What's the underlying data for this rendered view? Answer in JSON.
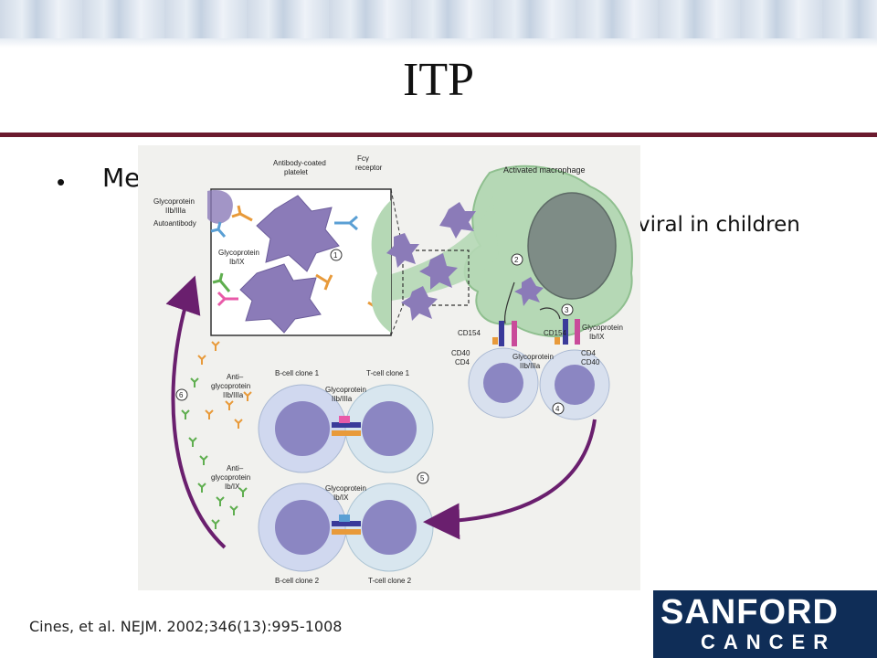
{
  "slide": {
    "title": "ITP",
    "bullet_symbol": "•",
    "bullet_text": "Me",
    "sub_text": "viral in children",
    "citation": "Cines, et al. NEJM. 2002;346(13):995-1008"
  },
  "figure": {
    "labels": {
      "antibody_coated_platelet_1": "Antibody-coated",
      "antibody_coated_platelet_2": "platelet",
      "fc_receptor_1": "Fcγ",
      "fc_receptor_2": "receptor",
      "activated_macrophage": "Activated macrophage",
      "gp_iib_iiia_1a": "Glycoprotein",
      "gp_iib_iiia_1b": "IIb/IIIa",
      "autoantibody": "Autoantibody",
      "gp_ib_ix_1a": "Glycoprotein",
      "gp_ib_ix_1b": "Ib/IX",
      "step1": "1",
      "step2": "2",
      "step3": "3",
      "step4": "4",
      "step5": "5",
      "step6": "6",
      "cd154_a": "CD154",
      "cd154_b": "CD154",
      "gp_ib_ix_2a": "Glycoprotein",
      "gp_ib_ix_2b": "Ib/IX",
      "cd40_a": "CD40",
      "cd4_a": "CD4",
      "gp_iib_iiia_2a": "Glycoprotein",
      "gp_iib_iiia_2b": "IIb/IIIa",
      "cd4_b": "CD4",
      "cd40_b": "CD40",
      "bcell1": "B-cell clone 1",
      "tcell1": "T-cell clone 1",
      "anti_gp_iib_1": "Anti–",
      "anti_gp_iib_2": "glycoprotein",
      "anti_gp_iib_3": "IIb/IIIa",
      "gp_iib_iiia_3a": "Glycoprotein",
      "gp_iib_iiia_3b": "IIb/IIIa",
      "anti_gp_ib_1": "Anti–",
      "anti_gp_ib_2": "glycoprotein",
      "anti_gp_ib_3": "Ib/IX",
      "gp_ib_ix_3a": "Glycoprotein",
      "gp_ib_ix_3b": "Ib/IX",
      "bcell2": "B-cell clone 2",
      "tcell2": "T-cell clone 2"
    }
  },
  "logo": {
    "top": "SANFORD",
    "bottom": "CANCER"
  },
  "colors": {
    "rule": "#6b1a2e",
    "platelet": "#8b7bb8",
    "macrophage": "#b5d8b5",
    "arrow": "#6a1f6e",
    "logo_bg": "#0f2d57"
  }
}
